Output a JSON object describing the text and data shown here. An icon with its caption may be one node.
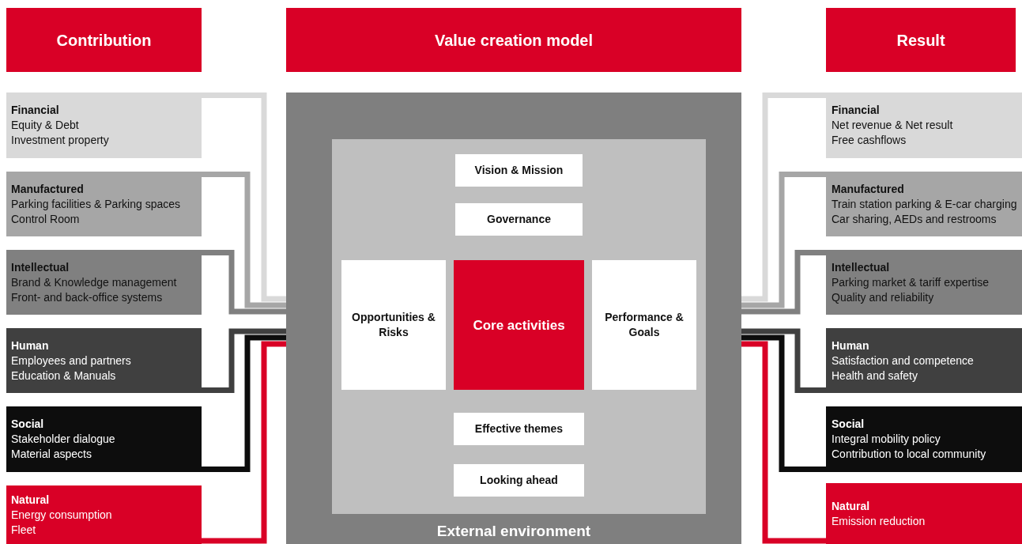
{
  "diagram": {
    "nodes": [
      {
        "text": [
          "Contribution"
        ]
      },
      {
        "text": [
          "Value creation model"
        ]
      },
      {
        "text": [
          "Result"
        ]
      },
      {
        "text": [
          "Financial",
          "Equity & Debt",
          "Investment property"
        ]
      },
      {
        "text": [
          "Manufactured",
          "Parking facilities & Parking spaces",
          "Control Room"
        ]
      },
      {
        "text": [
          "Intellectual",
          "Brand & Knowledge management",
          "Front- and back-office systems"
        ]
      },
      {
        "text": [
          "Human",
          "Employees and partners",
          "Education & Manuals"
        ]
      },
      {
        "text": [
          "Social",
          "Stakeholder dialogue",
          "Material aspects"
        ]
      },
      {
        "text": [
          "Natural",
          "Energy consumption",
          "Fleet"
        ]
      },
      {
        "text": [
          "External environment"
        ]
      },
      {
        "text": [],
        "shape": "box",
        "in": 9
      },
      {
        "text": [
          "Vision & Mission"
        ],
        "in": 10
      },
      {
        "text": [
          "Governance"
        ],
        "in": 10
      },
      {
        "text": [
          "Opportunities & Risks"
        ],
        "in": 10
      },
      {
        "text": [
          "Core activities"
        ],
        "in": 10
      },
      {
        "text": [
          "Performance & Goals"
        ],
        "in": 10
      },
      {
        "text": [
          "Effective themes"
        ],
        "in": 10
      },
      {
        "text": [
          "Looking ahead"
        ],
        "in": 10
      },
      {
        "text": [
          "Financial",
          "Net revenue & Net result",
          "Free cashflows"
        ]
      },
      {
        "text": [
          "Manufactured",
          "Train station parking & E-car charging",
          "Car sharing, AEDs and restrooms"
        ]
      },
      {
        "text": [
          "Intellectual",
          "Parking market & tariff expertise",
          "Quality and reliability"
        ]
      },
      {
        "text": [
          "Human",
          "Satisfaction and competence",
          "Health and safety"
        ]
      },
      {
        "text": [
          "Social",
          "Integral mobility policy",
          "Contribution to local community"
        ]
      },
      {
        "text": [
          "Natural",
          "Emission reduction"
        ]
      }
    ],
    "edges": [
      {
        "from": 3,
        "to": 9,
        "arrow": "none",
        "color": "#d9d9d9"
      },
      {
        "from": 4,
        "to": 9,
        "arrow": "none",
        "color": "#a6a6a6"
      },
      {
        "from": 5,
        "to": 9,
        "arrow": "none",
        "color": "#808080"
      },
      {
        "from": 6,
        "to": 9,
        "arrow": "none",
        "color": "#404040"
      },
      {
        "from": 7,
        "to": 9,
        "arrow": "none",
        "color": "#0d0d0d"
      },
      {
        "from": 8,
        "to": 9,
        "arrow": "none",
        "color": "#d90026"
      },
      {
        "from": 9,
        "to": 18,
        "arrow": "none",
        "color": "#d9d9d9"
      },
      {
        "from": 9,
        "to": 19,
        "arrow": "none",
        "color": "#a6a6a6"
      },
      {
        "from": 9,
        "to": 20,
        "arrow": "none",
        "color": "#808080"
      },
      {
        "from": 9,
        "to": 21,
        "arrow": "none",
        "color": "#404040"
      },
      {
        "from": 9,
        "to": 22,
        "arrow": "none",
        "color": "#0d0d0d"
      },
      {
        "from": 9,
        "to": 23,
        "arrow": "none",
        "color": "#d90026"
      }
    ]
  }
}
